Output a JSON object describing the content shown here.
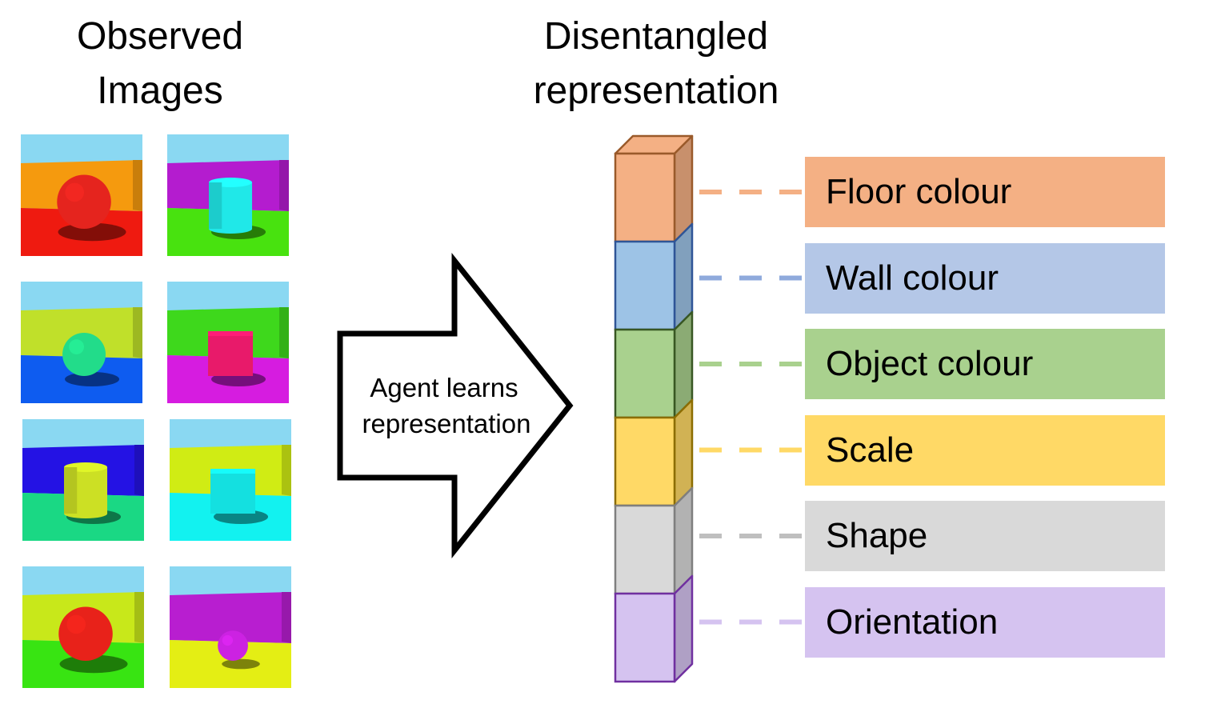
{
  "headings": {
    "observed": [
      "Observed",
      "Images"
    ],
    "representation": [
      "Disentangled",
      "representation"
    ]
  },
  "arrow": {
    "text_lines": [
      "Agent learns",
      "representation"
    ]
  },
  "thumbnails": [
    {
      "name": "thumb-orange-wall-red-sphere",
      "sky": "#8ad8f2",
      "wall": "#f59a0e",
      "floor": "#ef1a10",
      "object": "sphere",
      "object_color": "#e5241e",
      "scale": "large"
    },
    {
      "name": "thumb-magenta-wall-cyan-cylinder",
      "sky": "#8ad8f2",
      "wall": "#b41ccf",
      "floor": "#48e20f",
      "object": "cylinder",
      "object_color": "#20e8e8",
      "scale": "medium"
    },
    {
      "name": "thumb-yellow-wall-green-sphere",
      "sky": "#8ad8f2",
      "wall": "#c0e02a",
      "floor": "#0e5cf0",
      "object": "sphere",
      "object_color": "#22dc8a",
      "scale": "medium"
    },
    {
      "name": "thumb-green-wall-pink-cube",
      "sky": "#8ad8f2",
      "wall": "#3ed81c",
      "floor": "#d61ce0",
      "object": "cube",
      "object_color": "#e81a6a",
      "scale": "medium"
    },
    {
      "name": "thumb-blue-wall-yellow-cylinder",
      "sky": "#8ad8f2",
      "wall": "#2412e4",
      "floor": "#1ad884",
      "object": "cylinder",
      "object_color": "#cce024",
      "scale": "medium"
    },
    {
      "name": "thumb-lime-wall-cyan-cube",
      "sky": "#8ad8f2",
      "wall": "#d0ec14",
      "floor": "#12f2f0",
      "object": "cube",
      "object_color": "#14e0e0",
      "scale": "medium"
    },
    {
      "name": "thumb-lime-wall-red-sphere",
      "sky": "#8ad8f2",
      "wall": "#c8e81a",
      "floor": "#38e412",
      "object": "sphere",
      "object_color": "#e8221a",
      "scale": "large"
    },
    {
      "name": "thumb-magenta-wall-purple-sphere",
      "sky": "#8ad8f2",
      "wall": "#b81ed0",
      "floor": "#e4ee14",
      "object": "sphere",
      "object_color": "#cc22e2",
      "scale": "small"
    }
  ],
  "factors": [
    {
      "name": "floor-colour",
      "label": "Floor colour",
      "fill": "#f4b084",
      "stroke": "#9a5a2a",
      "dash": "#f4b084"
    },
    {
      "name": "wall-colour",
      "label": "Wall colour",
      "fill": "#b4c7e7",
      "stroke": "#2f5597",
      "dash": "#8faadc",
      "block_fill": "#9dc3e6"
    },
    {
      "name": "object-colour",
      "label": "Object colour",
      "fill": "#a9d18e",
      "stroke": "#385723",
      "dash": "#a9d18e"
    },
    {
      "name": "scale",
      "label": "Scale",
      "fill": "#ffd966",
      "stroke": "#8c6d00",
      "dash": "#ffd966"
    },
    {
      "name": "shape",
      "label": "Shape",
      "fill": "#d9d9d9",
      "stroke": "#7f7f7f",
      "dash": "#bfbfbf"
    },
    {
      "name": "orientation",
      "label": "Orientation",
      "fill": "#d5c3f0",
      "stroke": "#7030a0",
      "dash": "#d5c3f0"
    }
  ]
}
